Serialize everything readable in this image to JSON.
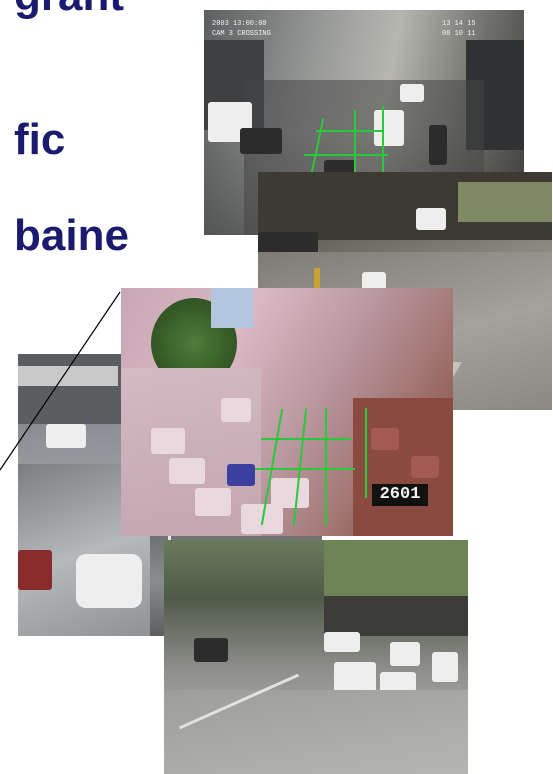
{
  "text_color": "#1a1a6e",
  "title_lines": [
    "grant",
    "fic",
    "baine"
  ],
  "photos": {
    "street_overlay": {
      "text_line_1": "2003 13:00:00",
      "text_line_2": "CAM 3 CROSSING",
      "text_right_1": "13 14 15",
      "text_right_2": "08 10 11"
    },
    "pink_traffic": {
      "frame_label": "2601"
    }
  }
}
